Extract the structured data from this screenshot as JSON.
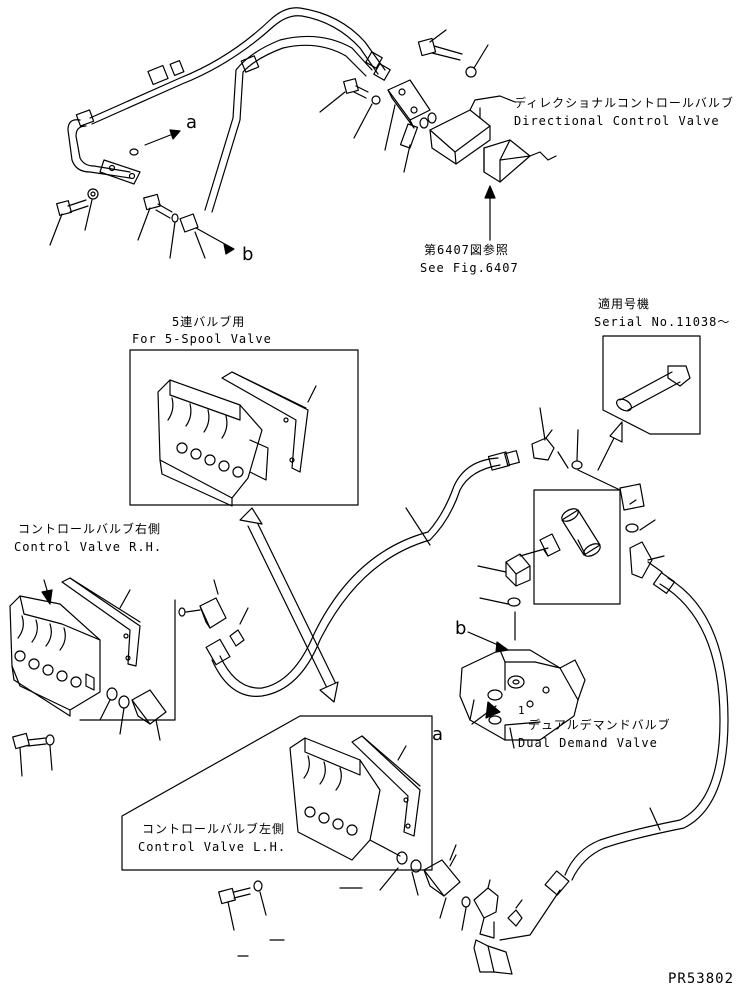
{
  "labels": {
    "directional_valve_jp": "ディレクショナルコントロールバルブ",
    "directional_valve_en": "Directional Control Valve",
    "see_fig_jp": "第6407図参照",
    "see_fig_en": "See Fig.6407",
    "five_spool_jp": "5連バルブ用",
    "five_spool_en": "For 5-Spool Valve",
    "serial_jp": "適用号機",
    "serial_en": "Serial No.11038～",
    "cv_rh_jp": "コントロールバルブ右側",
    "cv_rh_en": "Control Valve R.H.",
    "dual_demand_jp": "デュアルデマンドバルブ",
    "dual_demand_en": "Dual Demand Valve",
    "cv_lh_jp": "コントロールバルブ左側",
    "cv_lh_en": "Control Valve L.H.",
    "callout_a_top": "a",
    "callout_b_top": "b",
    "callout_b_mid": "b",
    "callout_a_mid": "a",
    "part_1": "1",
    "page_id": "PR53802"
  }
}
